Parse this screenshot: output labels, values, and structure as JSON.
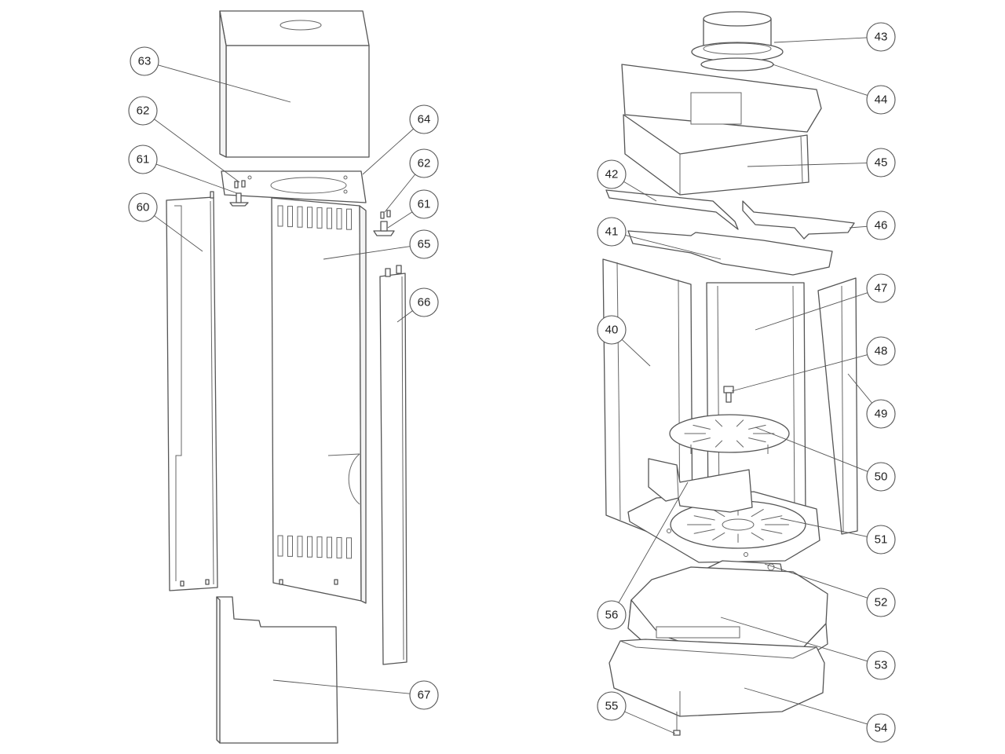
{
  "diagram": {
    "callouts": [
      {
        "id": "63",
        "label": "63"
      },
      {
        "id": "62a",
        "label": "62"
      },
      {
        "id": "61a",
        "label": "61"
      },
      {
        "id": "60",
        "label": "60"
      },
      {
        "id": "64",
        "label": "64"
      },
      {
        "id": "62b",
        "label": "62"
      },
      {
        "id": "61b",
        "label": "61"
      },
      {
        "id": "65",
        "label": "65"
      },
      {
        "id": "66",
        "label": "66"
      },
      {
        "id": "67",
        "label": "67"
      },
      {
        "id": "43",
        "label": "43"
      },
      {
        "id": "44",
        "label": "44"
      },
      {
        "id": "45",
        "label": "45"
      },
      {
        "id": "42",
        "label": "42"
      },
      {
        "id": "46",
        "label": "46"
      },
      {
        "id": "41",
        "label": "41"
      },
      {
        "id": "47",
        "label": "47"
      },
      {
        "id": "40",
        "label": "40"
      },
      {
        "id": "48",
        "label": "48"
      },
      {
        "id": "49",
        "label": "49"
      },
      {
        "id": "50",
        "label": "50"
      },
      {
        "id": "51",
        "label": "51"
      },
      {
        "id": "52",
        "label": "52"
      },
      {
        "id": "56",
        "label": "56"
      },
      {
        "id": "53",
        "label": "53"
      },
      {
        "id": "54",
        "label": "54"
      },
      {
        "id": "55",
        "label": "55"
      }
    ]
  }
}
